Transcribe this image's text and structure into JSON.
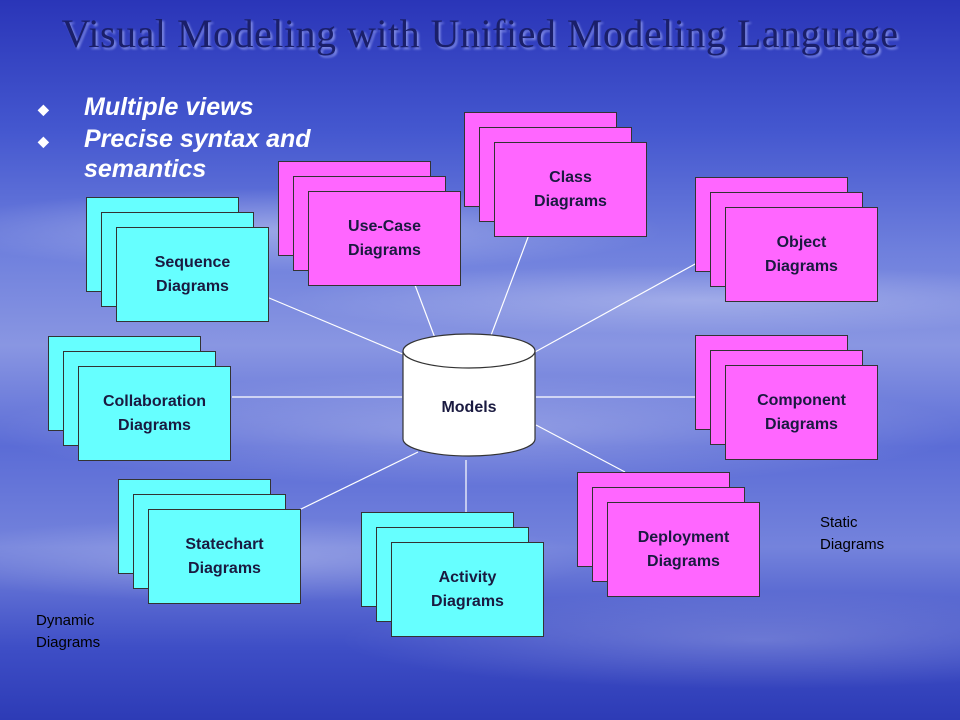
{
  "title": "Visual Modeling with Unified Modeling Language",
  "bullets": [
    {
      "text": "Multiple views"
    },
    {
      "text": "Precise syntax and semantics"
    }
  ],
  "center": {
    "label": "Models"
  },
  "diagrams": {
    "use_case": "Use-Case\nDiagrams",
    "class": "Class\nDiagrams",
    "object": "Object\nDiagrams",
    "sequence": "Sequence\nDiagrams",
    "collaboration": "Collaboration\nDiagrams",
    "component": "Component\nDiagrams",
    "statechart": "Statechart\nDiagrams",
    "activity": "Activity\nDiagrams",
    "deployment": "Deployment\nDiagrams"
  },
  "notes": {
    "static": "Static\nDiagrams",
    "dynamic": "Dynamic\nDiagrams"
  },
  "colors": {
    "dynamic_fill": "#66ffff",
    "static_fill": "#ff66ff",
    "bullet_icon": "diamond-bullet-icon"
  }
}
